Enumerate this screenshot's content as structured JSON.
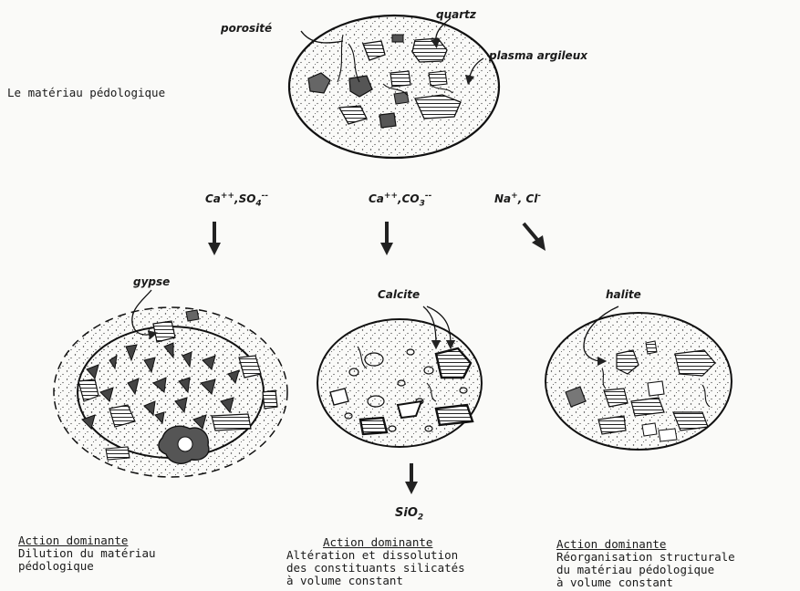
{
  "labels": {
    "porosite": "porosité",
    "quartz": "quartz",
    "plasma": "plasma argileux",
    "materiau": "Le matériau pédologique",
    "gypse": "gypse",
    "calcite": "Calcite",
    "halite": "halite",
    "sio2": "SiO",
    "sio2_sub": "2"
  },
  "ions": {
    "left": {
      "a": "Ca",
      "a_sup": "++",
      "sep": ",",
      "b": "SO",
      "b_sub": "4",
      "b_sup": "--"
    },
    "middle": {
      "a": "Ca",
      "a_sup": "++",
      "sep": ",",
      "b": "CO",
      "b_sub": "3",
      "b_sup": "--"
    },
    "right": {
      "a": "Na",
      "a_sup": "+",
      "sep": ", ",
      "b": "Cl",
      "b_sup": "-"
    }
  },
  "captions": [
    {
      "heading": "Action dominante",
      "line1": "Dilution du matériau",
      "line2": "pédologique",
      "line3": ""
    },
    {
      "heading": "Action dominante",
      "line1": "Altération et dissolution",
      "line2": "des constituants silicatés",
      "line3": "à volume constant"
    },
    {
      "heading": "Action dominante",
      "line1": "Réorganisation structurale",
      "line2": "du matériau pédologique",
      "line3": "à volume constant"
    }
  ]
}
